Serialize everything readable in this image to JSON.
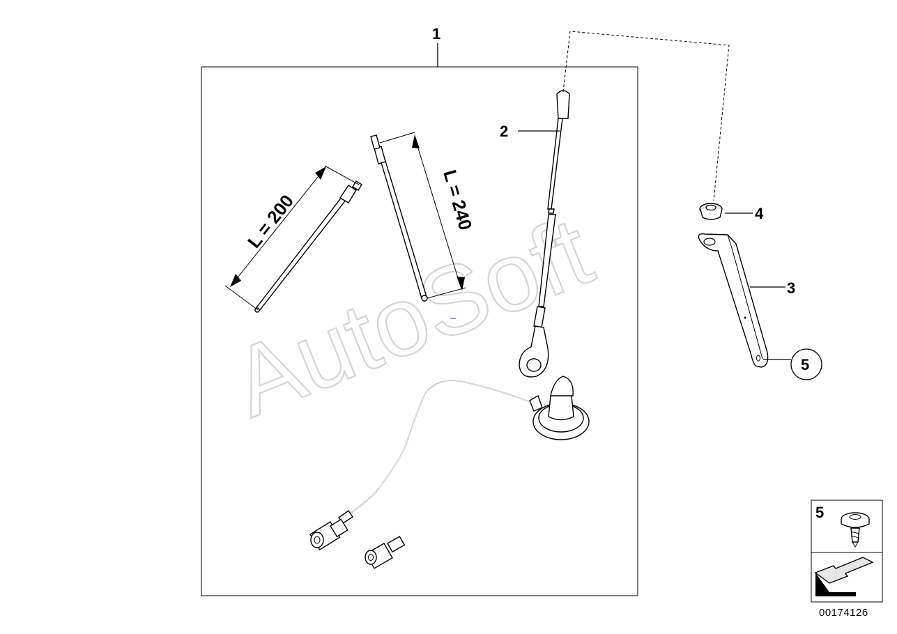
{
  "diagram": {
    "callouts": {
      "c1": "1",
      "c2": "2",
      "c3": "3",
      "c4": "4",
      "c5": "5"
    },
    "dimensions": {
      "rod_short": "L = 200",
      "rod_long": "L = 240"
    },
    "legend_box": {
      "label": "5"
    },
    "doc_number": "00174126",
    "watermark": "AutoSoft"
  }
}
